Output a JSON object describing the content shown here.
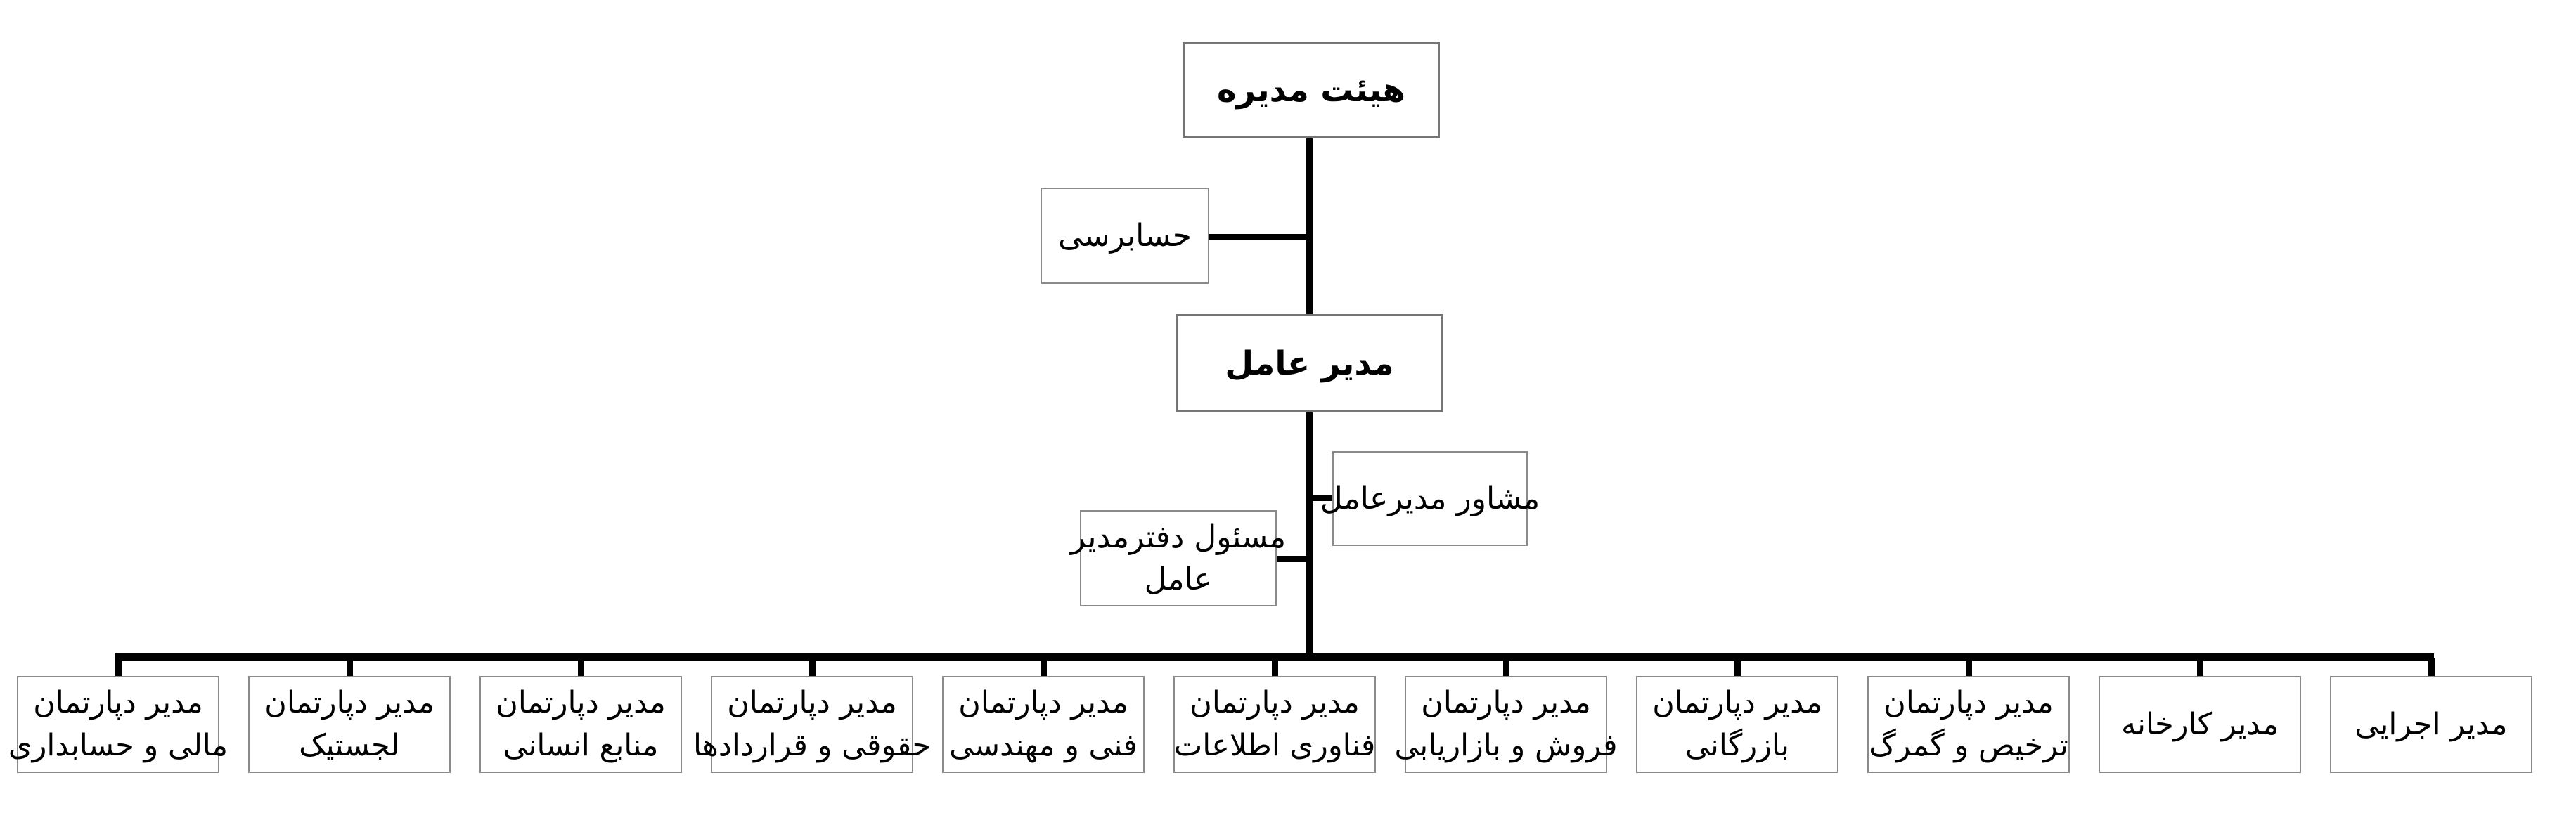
{
  "org_chart": {
    "direction": "rtl",
    "language": "fa",
    "root": {
      "label": "هیئت مدیره"
    },
    "audit": {
      "label": "حسابرسی"
    },
    "ceo": {
      "label": "مدیر عامل"
    },
    "advisor": {
      "label": "مشاور مدیرعامل"
    },
    "office_manager": {
      "label": "مسئول دفترمدیر عامل",
      "lines": [
        "مسئول دفترمدیر",
        "عامل"
      ]
    },
    "departments": [
      {
        "label": "مدیر دپارتمان مالی و حسابداری",
        "lines": [
          "مدیر دپارتمان",
          "مالی و حسابداری"
        ]
      },
      {
        "label": "مدیر دپارتمان لجستیک",
        "lines": [
          "مدیر دپارتمان",
          "لجستیک"
        ]
      },
      {
        "label": "مدیر دپارتمان منابع انسانی",
        "lines": [
          "مدیر دپارتمان",
          "منابع انسانی"
        ]
      },
      {
        "label": "مدیر دپارتمان حقوقی و قراردادها",
        "lines": [
          "مدیر دپارتمان",
          "حقوقی و قراردادها"
        ]
      },
      {
        "label": "مدیر دپارتمان فنی و مهندسی",
        "lines": [
          "مدیر دپارتمان",
          "فنی و مهندسی"
        ]
      },
      {
        "label": "مدیر دپارتمان فناوری اطلاعات",
        "lines": [
          "مدیر دپارتمان",
          "فناوری اطلاعات"
        ]
      },
      {
        "label": "مدیر دپارتمان فروش و بازاریابی",
        "lines": [
          "مدیر دپارتمان",
          "فروش و بازاریابی"
        ]
      },
      {
        "label": "مدیر دپارتمان بازرگانی",
        "lines": [
          "مدیر دپارتمان",
          "بازرگانی"
        ]
      },
      {
        "label": "مدیر دپارتمان ترخیص و گمرگ",
        "lines": [
          "مدیر دپارتمان",
          "ترخیص و گمرگ"
        ]
      },
      {
        "label": "مدیر کارخانه",
        "lines": [
          "مدیر کارخانه"
        ]
      },
      {
        "label": "مدیر اجرایی",
        "lines": [
          "مدیر اجرایی"
        ]
      }
    ],
    "colors": {
      "background": "#ffffff",
      "connector_line": "#000000",
      "box_border": "#8a8a8a",
      "title_box_border": "#757575",
      "text": "#000000"
    }
  }
}
